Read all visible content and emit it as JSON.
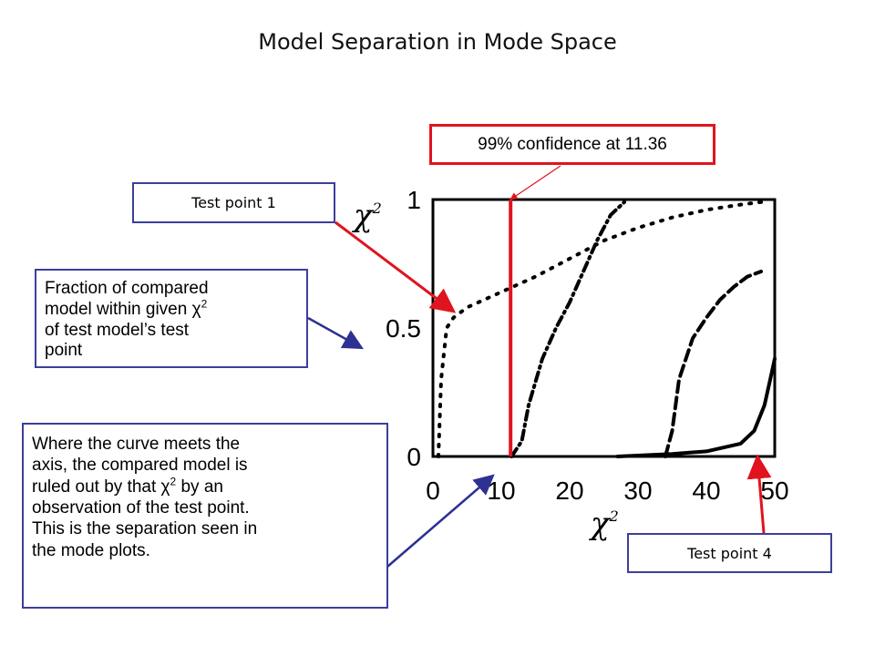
{
  "slide": {
    "title": "Model Separation in Mode Space"
  },
  "callouts": {
    "confidence": "99% confidence at 11.36",
    "test_point_1": "Test point 1",
    "test_point_4": "Test point 4",
    "fraction": {
      "line1": "Fraction of compared",
      "line2_pre": "model within given χ",
      "sup": "2",
      "line3": "of test model’s test",
      "line4": "point"
    },
    "curve": {
      "line1": "Where the curve meets the",
      "line2": "axis, the compared model is",
      "line3_pre": "ruled out by that χ",
      "sup": "2",
      "line3_post": " by an",
      "line4": "observation of the test point.",
      "line5": "This is the separation seen in",
      "line6": "the mode plots."
    }
  },
  "axis_symbol": {
    "base": "χ",
    "exp": "2"
  },
  "colors": {
    "callout_border_blue": "#3b3f9b",
    "callout_border_red": "#e0141e",
    "arrow_blue": "#2e3192",
    "arrow_red": "#e0141e",
    "curve": "#000000"
  },
  "chart_data": {
    "type": "line",
    "xlim": [
      0,
      50
    ],
    "ylim": [
      0,
      1
    ],
    "x_ticks": [
      "0",
      "10",
      "20",
      "30",
      "40",
      "50"
    ],
    "y_ticks": [
      "0",
      "0.5",
      "1"
    ],
    "grid": false,
    "threshold_x": 11.36,
    "series": [
      {
        "style": "dotted",
        "points": [
          [
            0.8,
            0
          ],
          [
            1.2,
            0.3
          ],
          [
            2.0,
            0.5
          ],
          [
            3,
            0.54
          ],
          [
            5,
            0.58
          ],
          [
            10,
            0.64
          ],
          [
            15,
            0.7
          ],
          [
            20,
            0.77
          ],
          [
            25,
            0.84
          ],
          [
            30,
            0.89
          ],
          [
            35,
            0.93
          ],
          [
            40,
            0.96
          ],
          [
            45,
            0.98
          ],
          [
            48,
            0.99
          ]
        ]
      },
      {
        "style": "dashdot",
        "points": [
          [
            11.5,
            0
          ],
          [
            13,
            0.06
          ],
          [
            14,
            0.2
          ],
          [
            16,
            0.38
          ],
          [
            18,
            0.5
          ],
          [
            20,
            0.6
          ],
          [
            22,
            0.72
          ],
          [
            24,
            0.84
          ],
          [
            26,
            0.94
          ],
          [
            28,
            0.99
          ]
        ]
      },
      {
        "style": "dashed",
        "points": [
          [
            34,
            0
          ],
          [
            35,
            0.1
          ],
          [
            36,
            0.3
          ],
          [
            38,
            0.46
          ],
          [
            40,
            0.54
          ],
          [
            42,
            0.61
          ],
          [
            44,
            0.66
          ],
          [
            46,
            0.7
          ],
          [
            48,
            0.72
          ]
        ]
      },
      {
        "style": "solid",
        "points": [
          [
            27,
            0
          ],
          [
            35,
            0.01
          ],
          [
            40,
            0.02
          ],
          [
            45,
            0.05
          ],
          [
            47,
            0.1
          ],
          [
            48.5,
            0.2
          ],
          [
            49.5,
            0.32
          ],
          [
            50,
            0.38
          ]
        ]
      }
    ]
  }
}
